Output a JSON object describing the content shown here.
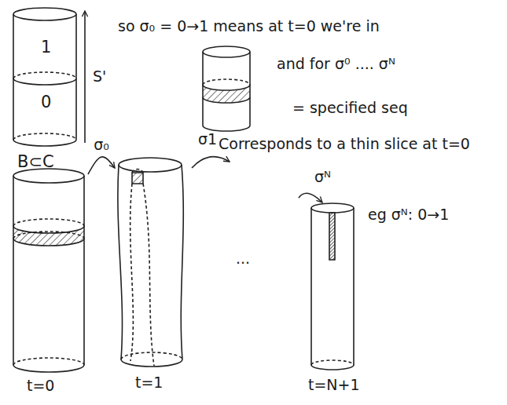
{
  "diagram": {
    "nodes": [
      {
        "text": [
          "1",
          "0",
          "B⊂C"
        ]
      },
      {
        "text": [
          "t=0"
        ]
      },
      {
        "text": [
          "t=1"
        ]
      },
      {
        "text": [
          "t=N+1"
        ]
      }
    ],
    "edges": [
      {
        "from": 1,
        "to": 2,
        "arrow": "to",
        "label": "σ₀"
      }
    ],
    "labels": [
      "S'",
      "so σ₀ = 0→1 means at t=0 we're in",
      "and for σ⁰ .... σᴺ",
      "= specified seq",
      "Corresponds to a thin slice at t=0",
      "σ1",
      "...",
      "σᴺ",
      "eg σᴺ: 0→1"
    ]
  }
}
